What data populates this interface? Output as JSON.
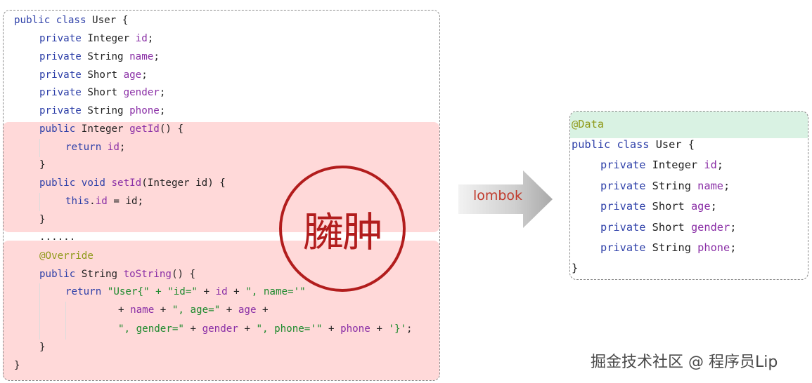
{
  "left_code": {
    "l1": {
      "a": "public class",
      "b": " User {"
    },
    "l2": {
      "a": "private",
      "b": " Integer ",
      "c": "id",
      "d": ";"
    },
    "l3": {
      "a": "private",
      "b": " String ",
      "c": "name",
      "d": ";"
    },
    "l4": {
      "a": "private",
      "b": " Short ",
      "c": "age",
      "d": ";"
    },
    "l5": {
      "a": "private",
      "b": " Short ",
      "c": "gender",
      "d": ";"
    },
    "l6": {
      "a": "private",
      "b": " String ",
      "c": "phone",
      "d": ";"
    },
    "l7": {
      "a": "public",
      "b": " Integer ",
      "c": "getId",
      "d": "() {"
    },
    "l8": {
      "a": "return",
      "b": " ",
      "c": "id",
      "d": ";"
    },
    "l9": "}",
    "l10": {
      "a": "public void",
      "b": " ",
      "c": "setId",
      "d": "(Integer id) {"
    },
    "l11": {
      "a": "this",
      "b": ".",
      "c": "id",
      "d": " = id;"
    },
    "l12": "}",
    "l13": "......",
    "l14": "@Override",
    "l15": {
      "a": "public",
      "b": " String ",
      "c": "toString",
      "d": "() {"
    },
    "l16": {
      "a": "return",
      "b": " ",
      "c": "\"User{\" + \"id=\"",
      "d": " + ",
      "e": "id",
      "f": " + ",
      "g": "\", name='\""
    },
    "l17": {
      "a": "+ ",
      "b": "name",
      "c": " + ",
      "d": "\", age=\"",
      "e": " + ",
      "f": "age",
      "g": " +"
    },
    "l18": {
      "a": "\", gender=\"",
      "b": " + ",
      "c": "gender",
      "d": " + ",
      "e": "\", phone='\"",
      "f": " + ",
      "g": "phone",
      "h": " + ",
      "i": "'}'",
      "j": ";"
    },
    "l19": "}",
    "l20": "}"
  },
  "stamp_text": "臃肿",
  "arrow_label": "lombok",
  "right_code": {
    "l1": "@Data",
    "l2": {
      "a": "public class",
      "b": " User {"
    },
    "l3": {
      "a": "private",
      "b": " Integer ",
      "c": "id",
      "d": ";"
    },
    "l4": {
      "a": "private",
      "b": " String ",
      "c": "name",
      "d": ";"
    },
    "l5": {
      "a": "private",
      "b": " Short ",
      "c": "age",
      "d": ";"
    },
    "l6": {
      "a": "private",
      "b": " Short ",
      "c": "gender",
      "d": ";"
    },
    "l7": {
      "a": "private",
      "b": " String ",
      "c": "phone",
      "d": ";"
    },
    "l8": "}"
  },
  "watermark": "掘金技术社区 @ 程序员Lip",
  "colors": {
    "keyword": "#2d3fa8",
    "field": "#8a2fa6",
    "string": "#1e8a2e",
    "annotation": "#8f9a1a",
    "stamp": "#b21d1d",
    "highlight_red": "#ffd9d9",
    "highlight_green": "#d9f2e3"
  }
}
